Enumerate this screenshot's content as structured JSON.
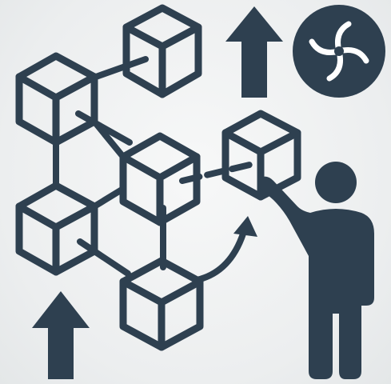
{
  "colors": {
    "ink": "#2e4050",
    "background": "#eef0f1",
    "highlight": "#ffffff"
  },
  "icons": {
    "cubes": [
      "cube-top",
      "cube-left-upper",
      "cube-center",
      "cube-left-lower",
      "cube-bottom",
      "cube-held"
    ],
    "arrows": [
      "arrow-up-top",
      "arrow-up-bottom-left"
    ],
    "badge": "turbine-icon",
    "figure": "person-icon"
  }
}
